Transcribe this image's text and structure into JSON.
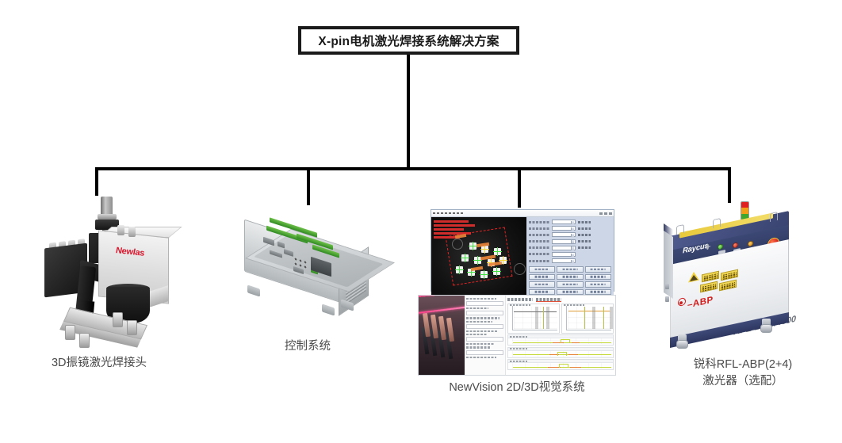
{
  "diagram": {
    "title": "X-pin电机激光焊接系统解决方案",
    "structure_type": "tree-hierarchy",
    "accent_colors": {
      "line": "#000000",
      "title_border": "#1a1a1a",
      "caption_text": "#4a4a4a",
      "newlas_logo_red": "#d8142a",
      "raycus_blue": "#3c4874",
      "warning_yellow": "#f4da58",
      "estop_red": "#d31c1c",
      "abp_red": "#d31c1c",
      "roi_red": "#e02424",
      "marker_green": "#3fe03f",
      "marker_yellow": "#f2d33a",
      "waveform_green": "#c6d93a",
      "waveform_orange": "#e8843a",
      "vision_panel_blue": "#ccd6e6"
    }
  },
  "nodes": [
    {
      "id": "scanner-head",
      "caption": "3D振镜激光焊接头",
      "brand": "Newlas",
      "icon": "laser-scanner-head-icon"
    },
    {
      "id": "controller",
      "caption": "控制系统",
      "icon": "controller-box-icon"
    },
    {
      "id": "vision-system",
      "caption": "NewVision 2D/3D视觉系统",
      "icon": "vision-software-screenshot-icon",
      "windows": [
        {
          "id": "inspection-window",
          "panel_button_rows": 5,
          "panel_field_rows": 7
        },
        {
          "id": "analysis-window",
          "chart_count": 2,
          "waveform_strip_count": 3
        }
      ]
    },
    {
      "id": "laser-source",
      "caption": "锐科RFL-ABP(2+4)\n激光器（选配）",
      "brand": "Raycus",
      "model": "-2000/4000",
      "model_prefix": "RFL",
      "marking": "–ABP",
      "icon": "fiber-laser-source-icon"
    }
  ]
}
